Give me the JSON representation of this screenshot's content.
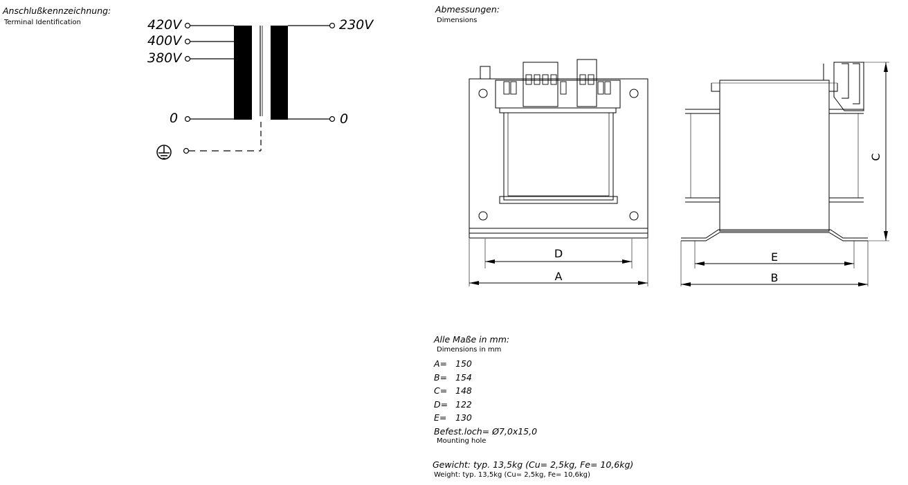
{
  "terminal": {
    "title_de": "Anschlußkennzeichnung:",
    "title_en": "Terminal Identification",
    "primary": [
      "420V",
      "400V",
      "380V"
    ],
    "primary_zero": "0",
    "secondary": "230V",
    "secondary_zero": "0"
  },
  "dimensions": {
    "title_de": "Abmessungen:",
    "title_en": "Dimensions",
    "labels": {
      "a": "A",
      "b": "B",
      "c": "C",
      "d": "D",
      "e": "E"
    }
  },
  "specs": {
    "title_de": "Alle Maße in mm:",
    "title_en": "Dimensions in mm",
    "rows": [
      {
        "key": "A=",
        "value": "150"
      },
      {
        "key": "B=",
        "value": "154"
      },
      {
        "key": "C=",
        "value": "148"
      },
      {
        "key": "D=",
        "value": "122"
      },
      {
        "key": "E=",
        "value": "130"
      }
    ],
    "mounting_de": "Befest.loch= Ø7,0x15,0",
    "mounting_en": "Mounting hole",
    "weight_de": "Gewicht: typ. 13,5kg  (Cu= 2,5kg, Fe= 10,6kg)",
    "weight_en": "Weight: typ. 13,5kg  (Cu= 2,5kg, Fe= 10,6kg)"
  }
}
